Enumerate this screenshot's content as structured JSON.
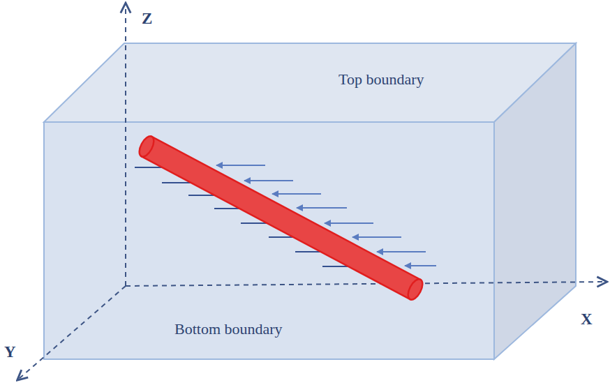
{
  "diagram": {
    "labels": [
      "Z",
      "Top boundary",
      "X",
      "Bottom boundary",
      "Y"
    ]
  }
}
